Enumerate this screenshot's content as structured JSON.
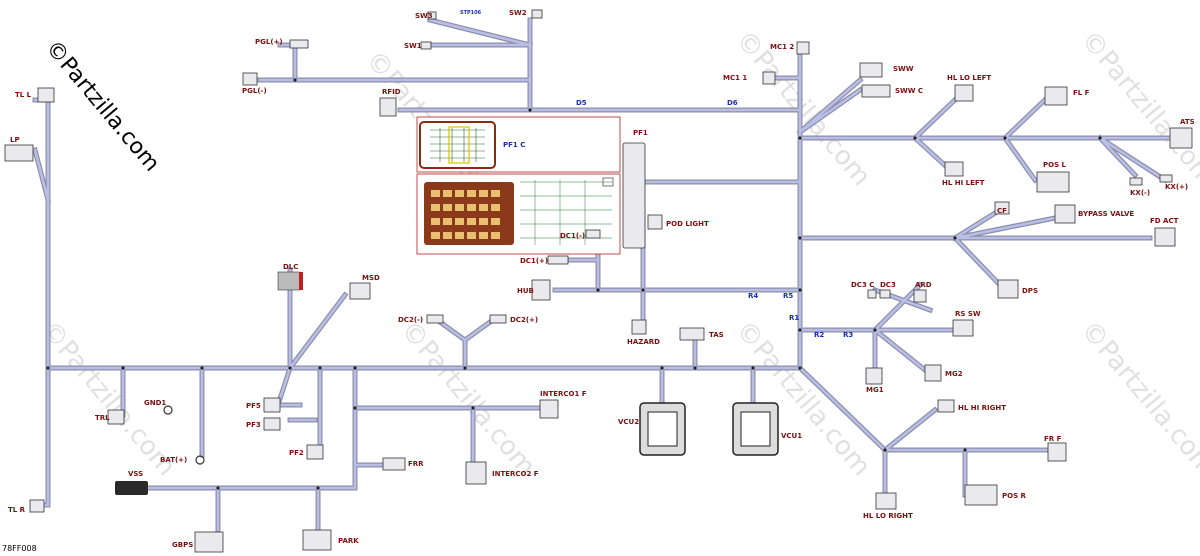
{
  "logo": "©Partzilla.com",
  "watermark": "©Partzilla.com",
  "figure_code": "78FF008",
  "labels": {
    "tl_l": "TL L",
    "lp": "LP",
    "tl_r": "TL R",
    "pgl_plus": "PGL(+)",
    "pgl_minus": "PGL(-)",
    "sw3": "SW3",
    "stp106": "STP106",
    "sw2": "SW2",
    "sw1": "SW1",
    "rfid": "RFID",
    "d5": "D5",
    "d6": "D6",
    "mc1_2": "MC1 2",
    "mc1_1": "MC1 1",
    "sww": "SWW",
    "sww_c": "SWW C",
    "hl_lo_left": "HL LO LEFT",
    "fl_f": "FL F",
    "ats": "ATS",
    "pf1_c": "PF1 C",
    "pf1": "PF1",
    "hl_hi_left": "HL HI LEFT",
    "pos_l": "POS L",
    "kx_minus": "KX(-)",
    "kx_plus": "KX(+)",
    "cf": "CF",
    "bypass_valve": "BYPASS VALVE",
    "fd_act": "FD ACT",
    "dps": "DPS",
    "dc1_minus": "DC1(-)",
    "dc1_plus": "DC1(+)",
    "pod_light": "POD LIGHT",
    "hub": "HUB",
    "r4": "R4",
    "r5": "R5",
    "r1": "R1",
    "hazard": "HAZARD",
    "dlc": "DLC",
    "msd": "MSD",
    "dc2_minus": "DC2(-)",
    "dc2_plus": "DC2(+)",
    "tas": "TAS",
    "dc3_c": "DC3 C",
    "dc3": "DC3",
    "ard": "ARD",
    "rs_sw": "RS SW",
    "r2": "R2",
    "r3": "R3",
    "mg1": "MG1",
    "mg2": "MG2",
    "gnd1": "GND1",
    "trl": "TRL",
    "bat_plus": "BAT(+)",
    "pf5": "PF5",
    "pf3": "PF3",
    "pf2": "PF2",
    "interco1_f": "INTERCO1 F",
    "interco2_f": "INTERCO2 F",
    "frr": "FRR",
    "vcu2": "VCU2",
    "vcu1": "VCU1",
    "hl_hi_right": "HL HI RIGHT",
    "fr_f": "FR F",
    "pos_r": "POS R",
    "hl_lo_right": "HL LO RIGHT",
    "vss": "VSS",
    "gbps": "GBPS",
    "park": "PARK"
  },
  "colors": {
    "label": "#7a1010",
    "reference_label": "#1a2fb0",
    "wire_outline": "#8d8da8",
    "wire_fill": "#b8bfe6",
    "inset_border": "#b02020"
  }
}
